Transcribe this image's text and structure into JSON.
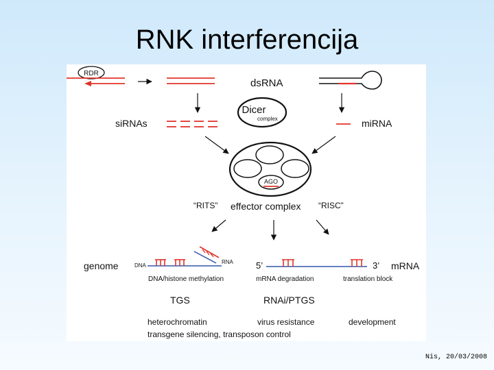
{
  "title": "RNK interferencija",
  "footer": "Nis, 20/03/2008",
  "diagram": {
    "rdr": "RDR",
    "dsrna": "dsRNA",
    "dicer": "Dicer",
    "dicer_sub": "complex",
    "sirnas": "siRNAs",
    "mirna": "miRNA",
    "ago": "AGO",
    "rits": "“RITS”",
    "effector": "effector complex",
    "risc": "“RISC”",
    "genome": "genome",
    "dna": "DNA",
    "rna": "RNA",
    "five_prime": "5’",
    "three_prime": "3’",
    "mrna": "mRNA",
    "dna_histone": "DNA/histone methylation",
    "mrna_degradation": "mRNA degradation",
    "translation_block": "translation block",
    "tgs": "TGS",
    "rnai_ptgs": "RNAi/PTGS",
    "heterochromatin": "heterochromatin",
    "virus_resistance": "virus resistance",
    "development": "development",
    "transgene_line": "transgene silencing, transposon control"
  },
  "colors": {
    "accent_red": "#e0342a",
    "strand_blue": "#3355aa",
    "ink": "#111111"
  }
}
